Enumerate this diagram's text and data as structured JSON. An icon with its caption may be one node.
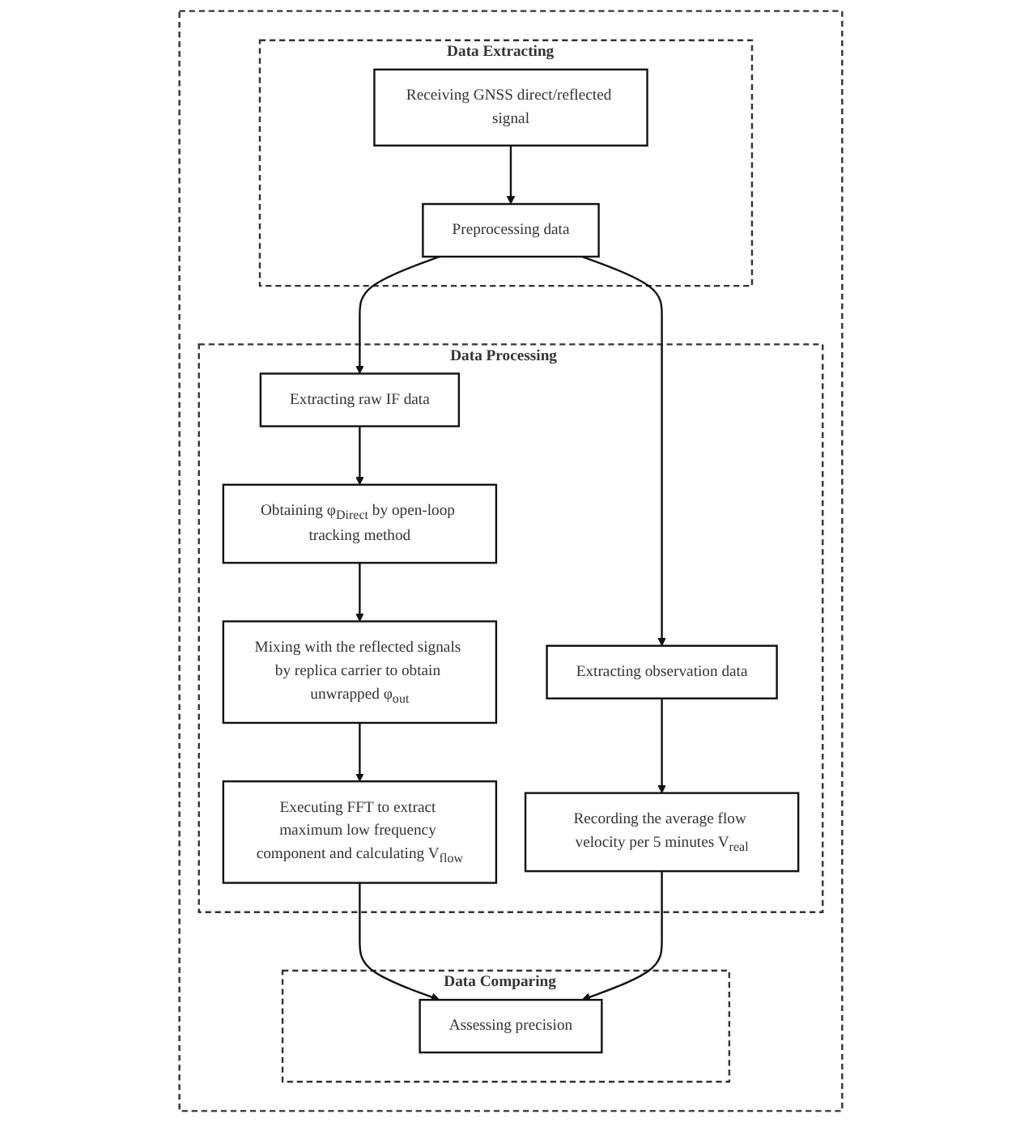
{
  "diagram": {
    "nodes": [
      {
        "text": [],
        "shape": "box"
      },
      {
        "text": [
          "Data Extracting"
        ],
        "in": 0
      },
      {
        "text": [
          "Receiving GNSS direct/reflected signal"
        ],
        "in": 1
      },
      {
        "text": [
          "Preprocessing data"
        ],
        "in": 1
      },
      {
        "text": [
          "Data Processing"
        ],
        "in": 0
      },
      {
        "text": [
          "Extracting raw IF data"
        ],
        "in": 4
      },
      {
        "text": [
          "Obtaining φ$_{Direct}$ by open-loop tracking method"
        ],
        "in": 4
      },
      {
        "text": [
          "Mixing with the reflected signals by replica carrier to obtain unwrapped φ$_{out}$"
        ],
        "in": 4
      },
      {
        "text": [
          "Executing FFT to extract maximum low frequency component and calculating V$_{flow}$"
        ],
        "in": 4
      },
      {
        "text": [
          "Extracting observation data"
        ],
        "in": 4
      },
      {
        "text": [
          "Recording the average flow velocity per 5 minutes V$_{real}$"
        ],
        "in": 4
      },
      {
        "text": [
          "Data Comparing"
        ],
        "in": 0
      },
      {
        "text": [
          "Assessing precision"
        ],
        "in": 11
      }
    ],
    "edges": [
      {
        "from": 2,
        "to": 3,
        "arrow": "to"
      },
      {
        "from": 3,
        "to": 5,
        "arrow": "to"
      },
      {
        "from": 3,
        "to": 9,
        "arrow": "to"
      },
      {
        "from": 5,
        "to": 6,
        "arrow": "to"
      },
      {
        "from": 6,
        "to": 7,
        "arrow": "to"
      },
      {
        "from": 7,
        "to": 8,
        "arrow": "to"
      },
      {
        "from": 9,
        "to": 10,
        "arrow": "to"
      },
      {
        "from": 8,
        "to": 12,
        "arrow": "to"
      },
      {
        "from": 10,
        "to": 12,
        "arrow": "to"
      }
    ]
  }
}
